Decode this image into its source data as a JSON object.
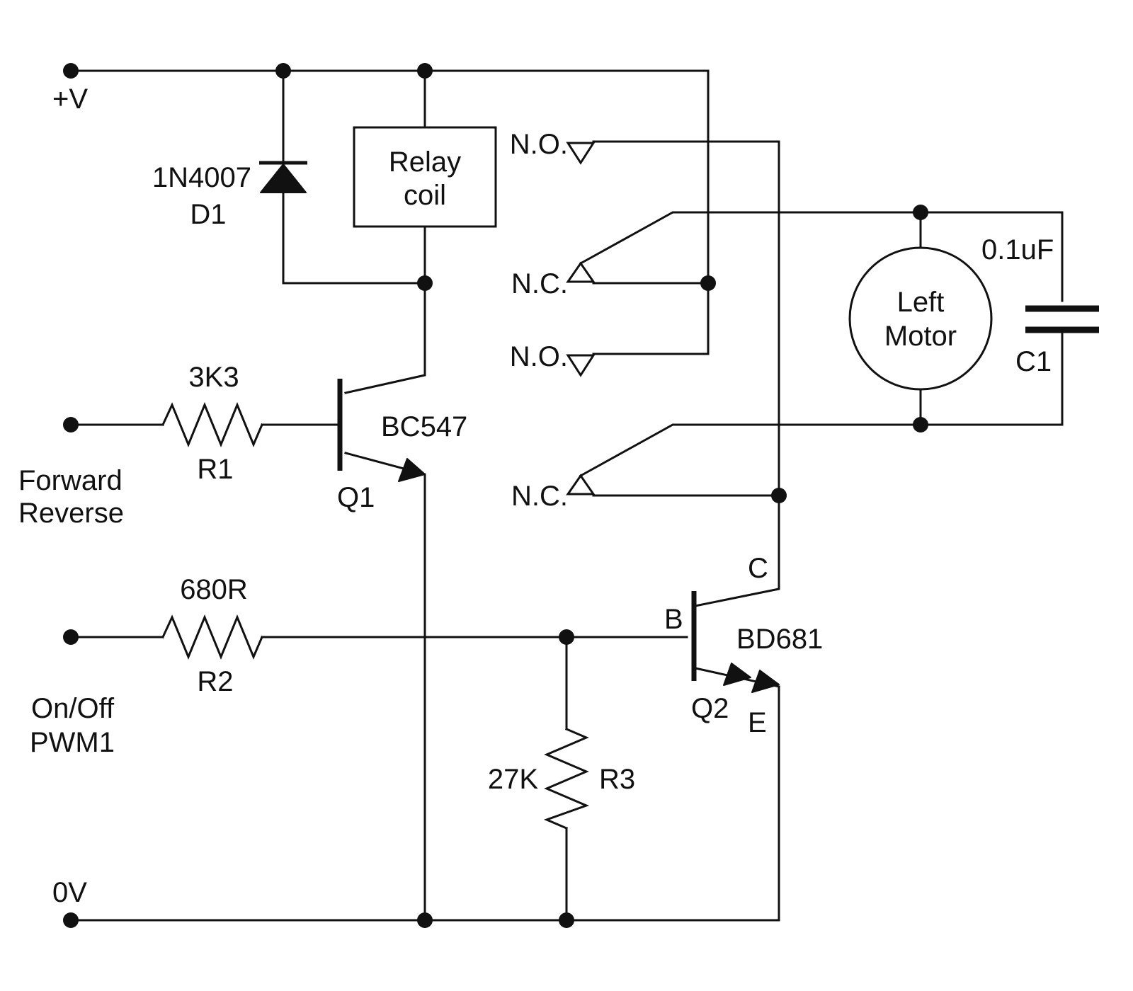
{
  "colors": {
    "ink": "#111111",
    "background": "#ffffff"
  },
  "labels": {
    "supply_pos": "+V",
    "supply_gnd": "0V",
    "diode_part": "1N4007",
    "diode_ref": "D1",
    "relay_line1": "Relay",
    "relay_line2": "coil",
    "contact_no1": "N.O.",
    "contact_nc1": "N.C.",
    "contact_no2": "N.O.",
    "contact_nc2": "N.C.",
    "r1_value": "3K3",
    "r1_ref": "R1",
    "q1_part": "BC547",
    "q1_ref": "Q1",
    "input1_line1": "Forward",
    "input1_line2": "Reverse",
    "r2_value": "680R",
    "r2_ref": "R2",
    "input2_line1": "On/Off",
    "input2_line2": "PWM1",
    "r3_value": "27K",
    "r3_ref": "R3",
    "q2_base": "B",
    "q2_collector": "C",
    "q2_emitter": "E",
    "q2_part": "BD681",
    "q2_ref": "Q2",
    "motor_line1": "Left",
    "motor_line2": "Motor",
    "cap_value": "0.1uF",
    "cap_ref": "C1"
  }
}
